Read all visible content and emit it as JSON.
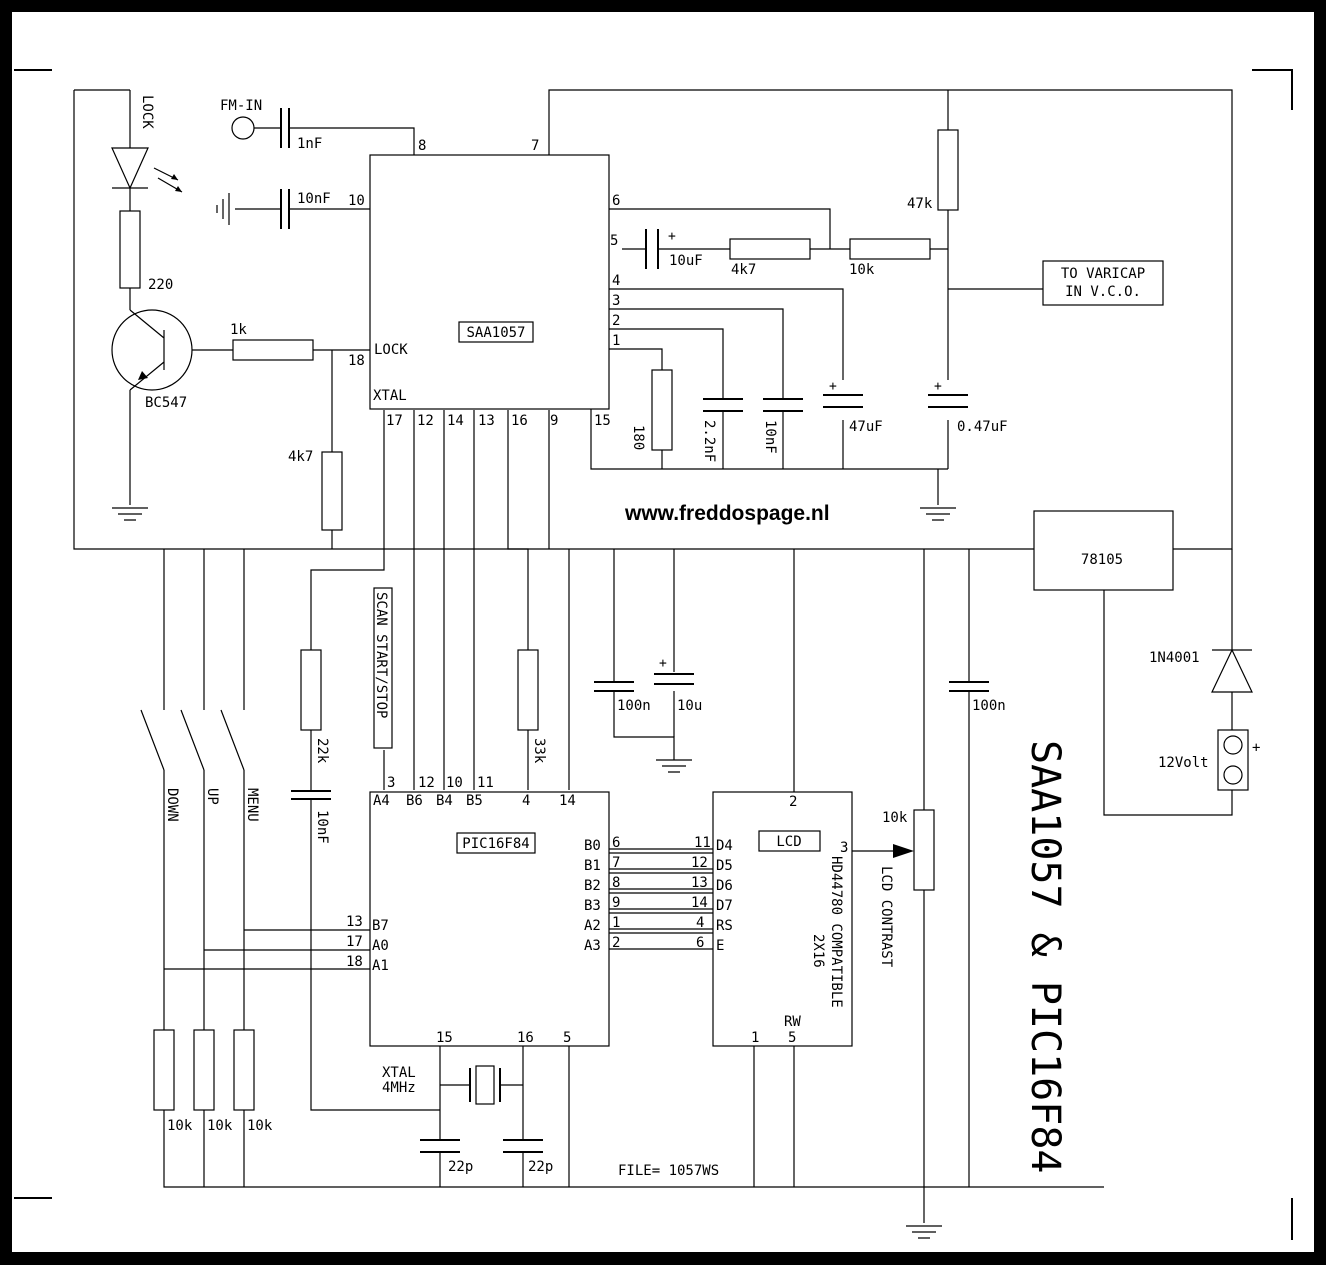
{
  "website": "www.freddospage.nl",
  "title": "SAA1057 & PIC16F84",
  "file_label": "FILE= 1057WS",
  "ics": {
    "saa": {
      "name": "SAA1057",
      "pin_lock_label": "LOCK",
      "pin_xtal_label": "XTAL",
      "top_pins": [
        "8",
        "7"
      ],
      "left_pins": [
        "10",
        "18"
      ],
      "right_pins": [
        "6",
        "5",
        "4",
        "3",
        "2",
        "1",
        "15"
      ],
      "bottom_pins": [
        "17",
        "12",
        "14",
        "13",
        "16",
        "9"
      ]
    },
    "pic": {
      "name": "PIC16F84",
      "top_pins": [
        "3",
        "12",
        "10",
        "11",
        "4",
        "14"
      ],
      "top_labels": [
        "A4",
        "B6",
        "B4",
        "B5"
      ],
      "left_pins": [
        "13",
        "17",
        "18"
      ],
      "left_labels": [
        "B7",
        "A0",
        "A1"
      ],
      "right_labels": [
        "B0",
        "B1",
        "B2",
        "B3",
        "A2",
        "A3"
      ],
      "right_pins": [
        "6",
        "7",
        "8",
        "9",
        "1",
        "2"
      ],
      "bottom_pins": [
        "15",
        "16",
        "5"
      ]
    },
    "lcd": {
      "name": "LCD",
      "subtitle": "HD44780 COMPATIBLE",
      "size": "2X16",
      "left_pins": [
        "11",
        "12",
        "13",
        "14",
        "4",
        "6"
      ],
      "left_labels": [
        "D4",
        "D5",
        "D6",
        "D7",
        "RS",
        "E"
      ],
      "top_pin": "2",
      "pin3": "3",
      "rw_label": "RW",
      "bottom_pins": [
        "1",
        "5"
      ]
    },
    "reg": {
      "name": "78105"
    }
  },
  "components": {
    "fm_in": "FM-IN",
    "c_1nf": "1nF",
    "c_10nf_a": "10nF",
    "lock_led": "LOCK",
    "r_220": "220",
    "r_1k": "1k",
    "transistor": "BC547",
    "r_4k7_lock": "4k7",
    "r_47k": "47k",
    "c_10uf": "10uF",
    "r_4k7": "4k7",
    "r_10k": "10k",
    "varicap": "TO VARICAP\nIN V.C.O.",
    "varicap_l1": "TO VARICAP",
    "varicap_l2": "IN V.C.O.",
    "r_180": "180",
    "c_2n2": "2.2nF",
    "c_10nf_b": "10nF",
    "c_47uf": "47uF",
    "c_047uf": "0.47uF",
    "scan": "SCAN START/STOP",
    "r_22k": "22k",
    "c_10nf_c": "10nF",
    "r_33k": "33k",
    "c_100n_a": "100n",
    "c_10u": "10u",
    "c_100n_b": "100n",
    "diode": "1N4001",
    "supply": "12Volt",
    "plus": "+",
    "pot_10k": "10k",
    "lcd_contrast": "LCD CONTRAST",
    "sw_down": "DOWN",
    "sw_up": "UP",
    "sw_menu": "MENU",
    "r_10k_a": "10k",
    "r_10k_b": "10k",
    "r_10k_c": "10k",
    "xtal_l1": "XTAL",
    "xtal_l2": "4MHz",
    "c_22p_a": "22p",
    "c_22p_b": "22p"
  }
}
